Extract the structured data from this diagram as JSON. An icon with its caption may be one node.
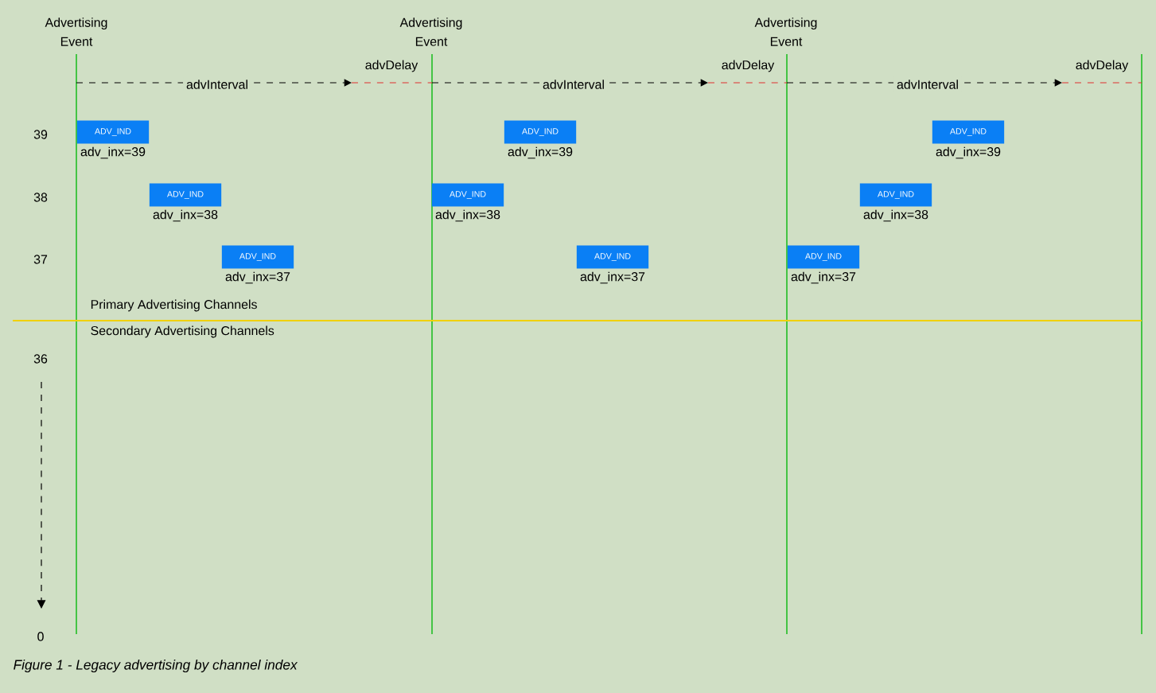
{
  "diagram": {
    "caption": "Figure 1 - Legacy advertising by channel index",
    "nodes": [
      {
        "text": [
          "ADV_IND"
        ],
        "beside": [
          "adv_inx=39"
        ]
      },
      {
        "text": [
          "ADV_IND"
        ],
        "beside": [
          "adv_inx=39"
        ]
      },
      {
        "text": [
          "ADV_IND"
        ],
        "beside": [
          "adv_inx=39"
        ]
      },
      {
        "text": [
          "ADV_IND"
        ],
        "beside": [
          "adv_inx=38"
        ]
      },
      {
        "text": [
          "ADV_IND"
        ],
        "beside": [
          "adv_inx=38"
        ]
      },
      {
        "text": [
          "ADV_IND"
        ],
        "beside": [
          "adv_inx=38"
        ]
      },
      {
        "text": [
          "ADV_IND"
        ],
        "beside": [
          "adv_inx=37"
        ]
      },
      {
        "text": [
          "ADV_IND"
        ],
        "beside": [
          "adv_inx=37"
        ]
      },
      {
        "text": [
          "ADV_IND"
        ],
        "beside": [
          "adv_inx=37"
        ]
      }
    ],
    "labels": [
      "Advertising Event",
      "Advertising Event",
      "Advertising Event",
      "advDelay",
      "advDelay",
      "advDelay",
      "advInterval",
      "advInterval",
      "advInterval",
      "39",
      "38",
      "37",
      "Primary Advertising Channels",
      "Secondary Advertising Channels",
      "36",
      "0"
    ]
  }
}
